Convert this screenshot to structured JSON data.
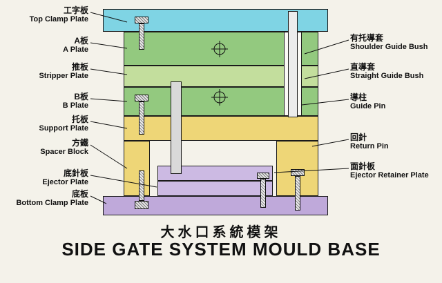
{
  "title": {
    "zh": "大水口系統模架",
    "en": "SIDE GATE SYSTEM MOULD BASE"
  },
  "left_labels": [
    {
      "zh": "工字板",
      "en": "Top Clamp Plate"
    },
    {
      "zh": "A板",
      "en": "A Plate"
    },
    {
      "zh": "推板",
      "en": "Stripper Plate"
    },
    {
      "zh": "B板",
      "en": "B Plate"
    },
    {
      "zh": "托板",
      "en": "Support Plate"
    },
    {
      "zh": "方鐵",
      "en": "Spacer Block"
    },
    {
      "zh": "底針板",
      "en": "Ejector Plate"
    },
    {
      "zh": "底板",
      "en": "Bottom Clamp Plate"
    }
  ],
  "right_labels": [
    {
      "zh": "有托導套",
      "en": "Shoulder Guide Bush"
    },
    {
      "zh": "直導套",
      "en": "Straight Guide Bush"
    },
    {
      "zh": "導柱",
      "en": "Guide Pin"
    },
    {
      "zh": "回針",
      "en": "Return Pin"
    },
    {
      "zh": "面針板",
      "en": "Ejector Retainer Plate"
    }
  ],
  "colors": {
    "background": "#f4f2ea",
    "top_clamp_plate": "#7fd4e4",
    "a_plate": "#93c97f",
    "stripper_plate": "#c3de9d",
    "b_plate": "#93c97f",
    "support_plate": "#eed677",
    "spacer_block": "#eed677",
    "ejector_retainer_plate": "#ccbae3",
    "ejector_plate": "#ccbae3",
    "bottom_clamp_plate": "#bfa9da",
    "guide_bush": "#fbfaf6",
    "guide_pin": "#ececec",
    "return_pin": "#d9d9d9",
    "line": "#111111"
  }
}
